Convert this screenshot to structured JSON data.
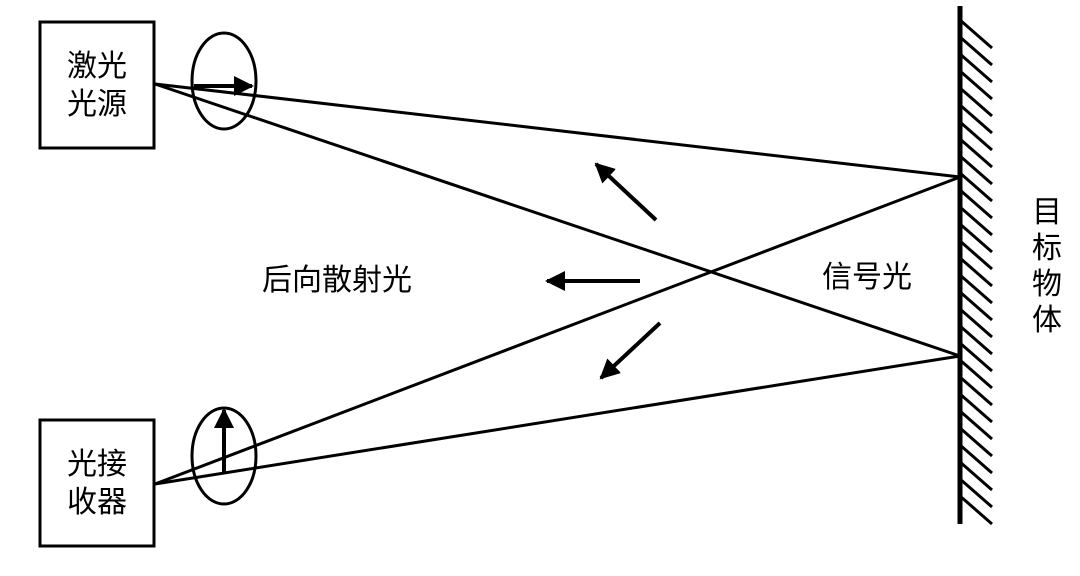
{
  "labels": {
    "laser_line1": "激光",
    "laser_line2": "光源",
    "receiver_line1": "光接",
    "receiver_line2": "收器",
    "backscatter": "后向散射光",
    "signal": "信号光",
    "target_chars": [
      "目",
      "标",
      "物",
      "体"
    ]
  },
  "colors": {
    "stroke": "#000000",
    "background": "#ffffff"
  }
}
